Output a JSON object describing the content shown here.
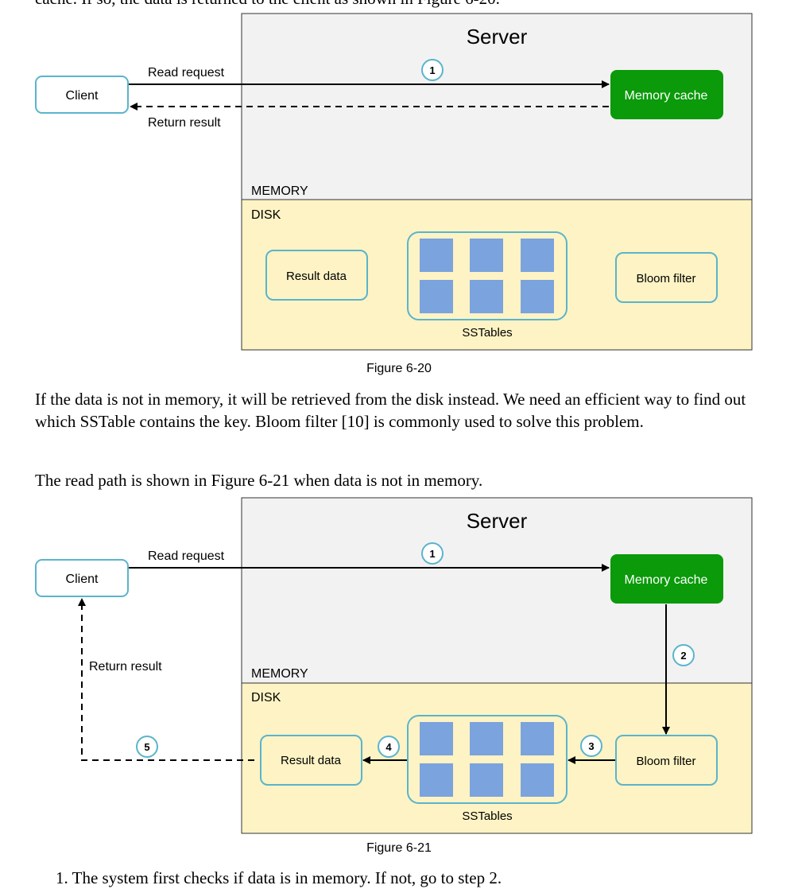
{
  "top_text": "cache. If so, the data is returned to the client as shown in Figure 6-20.",
  "figure1": {
    "server_title": "Server",
    "client_label": "Client",
    "read_request": "Read request",
    "return_result": "Return result",
    "memory_cache": "Memory cache",
    "memory_label": "MEMORY",
    "disk_label": "DISK",
    "result_data": "Result data",
    "sstables": "SSTables",
    "bloom_filter": "Bloom filter",
    "step1": "1",
    "caption": "Figure 6-20"
  },
  "paragraph1": "If the data is not in memory, it will be retrieved from the disk instead. We need an efficient way to find out which SSTable contains the key. Bloom filter [10] is commonly used to solve this problem.",
  "paragraph2": "The read path is shown in Figure 6-21 when data is not in memory.",
  "figure2": {
    "server_title": "Server",
    "client_label": "Client",
    "read_request": "Read request",
    "return_result": "Return result",
    "memory_cache": "Memory cache",
    "memory_label": "MEMORY",
    "disk_label": "DISK",
    "result_data": "Result data",
    "sstables": "SSTables",
    "bloom_filter": "Bloom filter",
    "step1": "1",
    "step2": "2",
    "step3": "3",
    "step4": "4",
    "step5": "5",
    "caption": "Figure 6-21"
  },
  "bottom_text": "1. The system first checks if data is in memory. If not, go to step 2.",
  "colors": {
    "memory_bg": "#f2f2f2",
    "disk_bg": "#fdf3c4",
    "box_border": "#5bb4cc",
    "cache_green": "#0a9a0a",
    "sstable_block": "#7ba3dd"
  }
}
